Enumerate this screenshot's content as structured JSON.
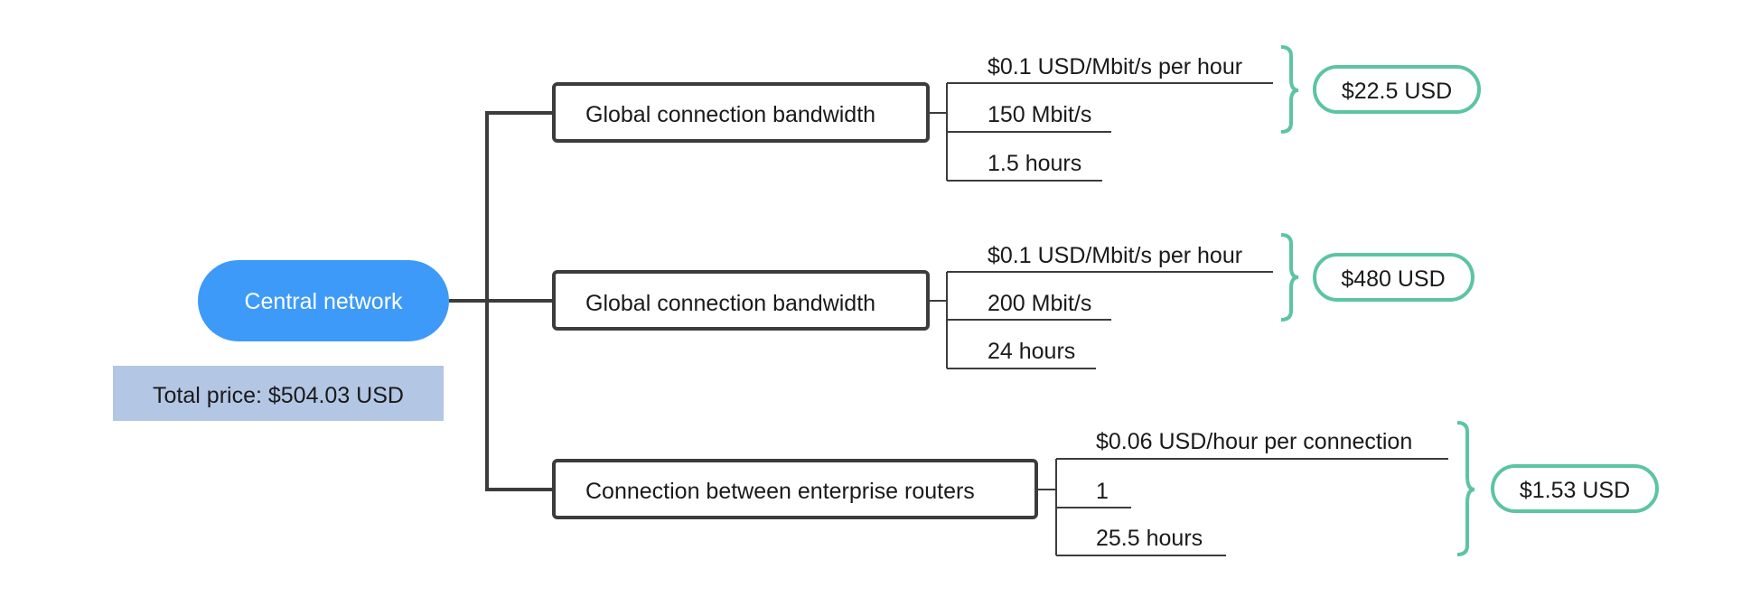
{
  "colors": {
    "root_fill": "#3d9af8",
    "root_text": "#ffffff",
    "total_fill": "#b3c6e4",
    "line": "#3c3c3c",
    "price_outline": "#5cc5a0",
    "text": "#1a1a1a"
  },
  "root": {
    "label": "Central network"
  },
  "total": {
    "label": "Total price: $504.03 USD"
  },
  "branches": [
    {
      "label": "Global connection bandwidth",
      "items": [
        "$0.1 USD/Mbit/s per hour",
        "150 Mbit/s",
        "1.5 hours"
      ],
      "result": "$22.5 USD"
    },
    {
      "label": "Global connection bandwidth",
      "items": [
        "$0.1 USD/Mbit/s per hour",
        "200 Mbit/s",
        "24 hours"
      ],
      "result": "$480 USD"
    },
    {
      "label": "Connection between enterprise routers",
      "items": [
        "$0.06 USD/hour per connection",
        "1",
        "25.5 hours"
      ],
      "result": "$1.53 USD"
    }
  ]
}
